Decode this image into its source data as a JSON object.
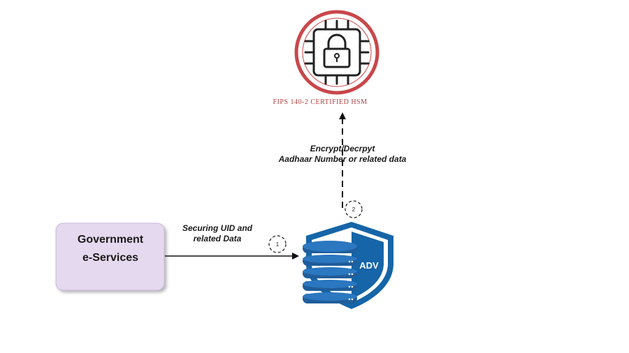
{
  "hsm": {
    "label": "FIPS 140-2 CERTIFIED HSM",
    "icon": "lock-chip-icon",
    "ring_color": "#c8474a"
  },
  "source": {
    "line1": "Government",
    "line2": "e-Services",
    "fill": "#e4d9ee"
  },
  "edge1": {
    "line1": "Securing UID and",
    "line2": "related Data",
    "step": "1"
  },
  "edge2": {
    "line1": "Encrypt/Decrpyt",
    "line2": "Aadhaar Number or related data",
    "step": "2"
  },
  "vault": {
    "badge": "ADV",
    "icon": "database-shield-icon",
    "color": "#1565a8"
  }
}
